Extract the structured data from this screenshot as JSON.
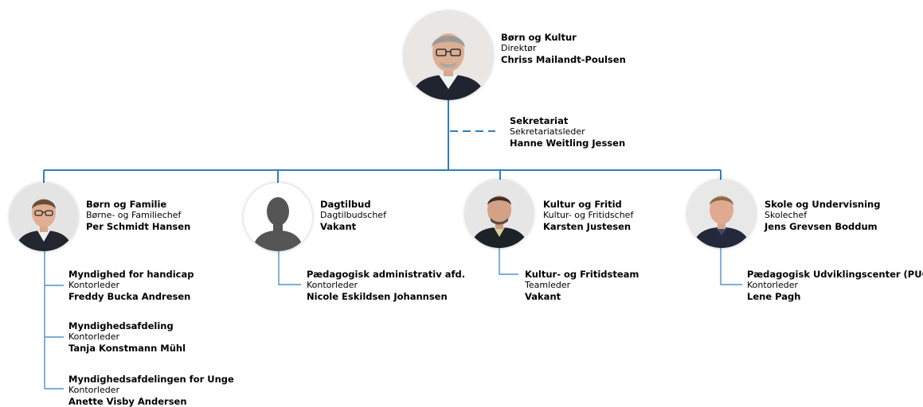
{
  "director": {
    "unit": "Børn og Kultur",
    "role": "Direktør",
    "name": "Chriss Mailandt-Poulsen",
    "photo": "portrait-photo"
  },
  "secretariat": {
    "unit": "Sekretariat",
    "role": "Sekretariatsleder",
    "name": "Hanne Weitling Jessen"
  },
  "departments": [
    {
      "unit": "Børn og Familie",
      "role": "Børne- og Familiechef",
      "name": "Per Schmidt Hansen",
      "photo": "portrait-photo",
      "sub_units": [
        {
          "unit": "Myndighed for handicap",
          "role": "Kontorleder",
          "name": "Freddy Bucka Andresen"
        },
        {
          "unit": "Myndighedsafdeling",
          "role": "Kontorleder",
          "name": "Tanja Konstmann Mühl"
        },
        {
          "unit": "Myndighedsafdelingen for Unge",
          "role": "Kontorleder",
          "name": "Anette Visby Andersen"
        }
      ]
    },
    {
      "unit": "Dagtilbud",
      "role": "Dagtilbudschef",
      "name": "Vakant",
      "photo": "person-silhouette-icon",
      "sub_units": [
        {
          "unit": "Pædagogisk administrativ afd.",
          "role": "Kontorleder",
          "name": "Nicole Eskildsen Johannsen"
        }
      ]
    },
    {
      "unit": "Kultur og Fritid",
      "role": "Kultur- og Fritidschef",
      "name": "Karsten Justesen",
      "photo": "portrait-photo",
      "sub_units": [
        {
          "unit": "Kultur- og Fritidsteam",
          "role": "Teamleder",
          "name": "Vakant"
        }
      ]
    },
    {
      "unit": "Skole og Undervisning",
      "role": "Skolechef",
      "name": "Jens Grevsen Boddum",
      "photo": "portrait-photo",
      "sub_units": [
        {
          "unit": "Pædagogisk Udviklingscenter (PUC)",
          "role": "Kontorleder",
          "name": "Lene Pagh"
        }
      ]
    }
  ],
  "colors": {
    "connector": "#2f7fc1",
    "silhouette": "#555555"
  }
}
